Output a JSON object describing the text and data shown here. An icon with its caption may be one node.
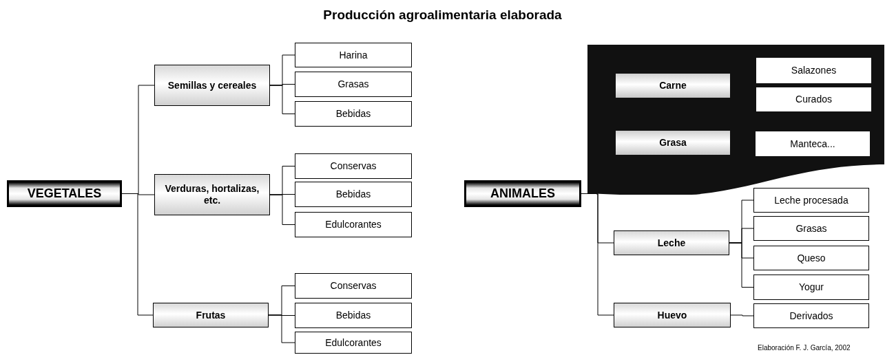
{
  "diagram": {
    "title": "Producción agroalimentaria elaborada",
    "nodes": [
      {
        "text": [
          "VEGETALES"
        ]
      },
      {
        "text": [
          "Semillas y cereales"
        ]
      },
      {
        "text": [
          "Harina"
        ]
      },
      {
        "text": [
          "Grasas"
        ]
      },
      {
        "text": [
          "Bebidas"
        ]
      },
      {
        "text": [
          "Verduras, hortalizas, etc."
        ]
      },
      {
        "text": [
          "Conservas"
        ]
      },
      {
        "text": [
          "Bebidas"
        ]
      },
      {
        "text": [
          "Edulcorantes"
        ]
      },
      {
        "text": [
          "Frutas"
        ]
      },
      {
        "text": [
          "Conservas"
        ]
      },
      {
        "text": [
          "Bebidas"
        ]
      },
      {
        "text": [
          "Edulcorantes"
        ]
      },
      {
        "text": [
          "ANIMALES"
        ]
      },
      {
        "text": [],
        "shape": "banner"
      },
      {
        "text": [
          "Carne"
        ],
        "in": 14
      },
      {
        "text": [
          "Salazones"
        ],
        "in": 14
      },
      {
        "text": [
          "Curados"
        ],
        "in": 14
      },
      {
        "text": [
          "Grasa"
        ],
        "in": 14
      },
      {
        "text": [
          "Manteca..."
        ],
        "in": 14
      },
      {
        "text": [
          "Leche"
        ]
      },
      {
        "text": [
          "Leche procesada"
        ]
      },
      {
        "text": [
          "Grasas"
        ]
      },
      {
        "text": [
          "Queso"
        ]
      },
      {
        "text": [
          "Yogur"
        ]
      },
      {
        "text": [
          "Huevo"
        ]
      },
      {
        "text": [
          "Derivados"
        ]
      }
    ],
    "edges": [
      {
        "from": 0,
        "to": 1,
        "arrow": "none"
      },
      {
        "from": 0,
        "to": 5,
        "arrow": "none"
      },
      {
        "from": 0,
        "to": 9,
        "arrow": "none"
      },
      {
        "from": 1,
        "to": 2,
        "arrow": "none"
      },
      {
        "from": 1,
        "to": 3,
        "arrow": "none"
      },
      {
        "from": 1,
        "to": 4,
        "arrow": "none"
      },
      {
        "from": 5,
        "to": 6,
        "arrow": "none"
      },
      {
        "from": 5,
        "to": 7,
        "arrow": "none"
      },
      {
        "from": 5,
        "to": 8,
        "arrow": "none"
      },
      {
        "from": 9,
        "to": 10,
        "arrow": "none"
      },
      {
        "from": 9,
        "to": 11,
        "arrow": "none"
      },
      {
        "from": 9,
        "to": 12,
        "arrow": "none"
      },
      {
        "from": 13,
        "to": 14,
        "arrow": "none"
      },
      {
        "from": 13,
        "to": 20,
        "arrow": "none"
      },
      {
        "from": 13,
        "to": 25,
        "arrow": "none"
      },
      {
        "from": 20,
        "to": 21,
        "arrow": "none"
      },
      {
        "from": 20,
        "to": 22,
        "arrow": "none"
      },
      {
        "from": 20,
        "to": 23,
        "arrow": "none"
      },
      {
        "from": 20,
        "to": 24,
        "arrow": "none"
      },
      {
        "from": 25,
        "to": 26,
        "arrow": "none"
      }
    ],
    "labels": [
      "Elaboración F. J. García, 2002"
    ]
  }
}
